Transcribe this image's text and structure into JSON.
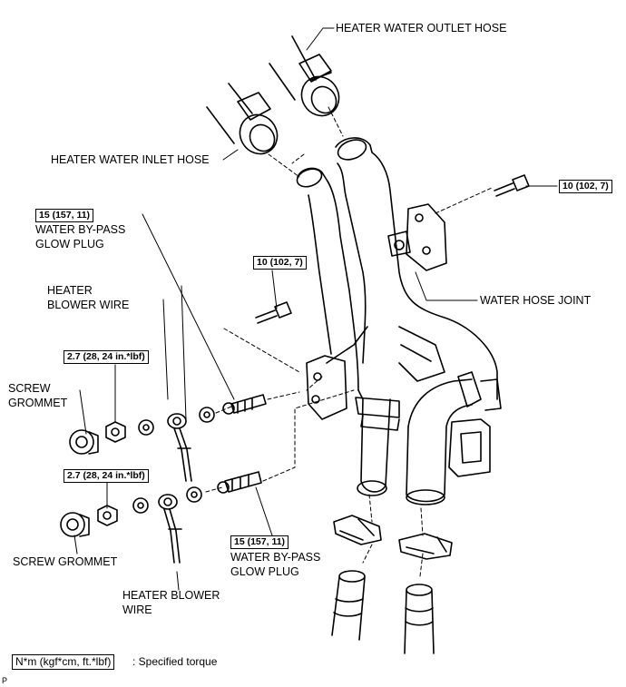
{
  "labels": {
    "heater_water_outlet_hose": "HEATER WATER OUTLET HOSE",
    "heater_water_inlet_hose": "HEATER WATER INLET HOSE",
    "water_hose_joint": "WATER HOSE JOINT",
    "glow_plug_top_line1": "WATER BY-PASS",
    "glow_plug_top_line2": "GLOW PLUG",
    "blower_wire_top_line1": "HEATER",
    "blower_wire_top_line2": "BLOWER WIRE",
    "screw_grommet_top_line1": "SCREW",
    "screw_grommet_top_line2": "GROMMET",
    "screw_grommet_bottom": "SCREW GROMMET",
    "glow_plug_bottom_line1": "WATER BY-PASS",
    "glow_plug_bottom_line2": "GLOW PLUG",
    "blower_wire_bottom_line1": "HEATER BLOWER",
    "blower_wire_bottom_line2": "WIRE"
  },
  "torques": {
    "bolt_right": "10 (102, 7)",
    "bolt_center": "10 (102, 7)",
    "glow_plug_top": "15 (157, 11)",
    "glow_plug_bottom": "15 (157, 11)",
    "nut_top": "2.7 (28, 24 in.*lbf)",
    "nut_bottom": "2.7 (28, 24 in.*lbf)"
  },
  "legend": {
    "box": "N*m (kgf*cm, ft.*lbf)",
    "text": ": Specified torque"
  },
  "ref_code": "P"
}
